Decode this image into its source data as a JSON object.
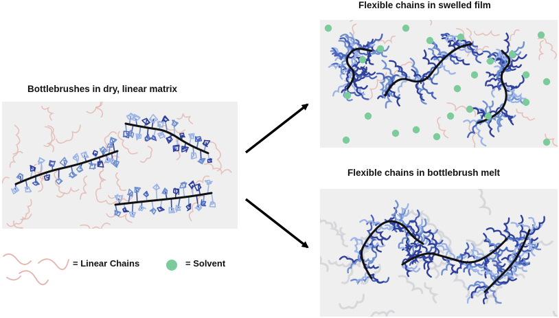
{
  "titles": {
    "left": "Bottlebrushes in dry, linear matrix",
    "top_right": "Flexible chains in swelled film",
    "bottom_right": "Flexible chains in bottlebrush melt"
  },
  "legend": {
    "linear_chains": "= Linear Chains",
    "solvent": "= Solvent"
  },
  "colors": {
    "panel_bg": "#efefef",
    "backbone": "#111111",
    "linear_chain": "#e3b4ad",
    "solvent": "#7ccb9a",
    "matrix_gray": "#cfd1d6",
    "side_chain_shades": [
      "#2f3f9c",
      "#4a64bb",
      "#6f8fd0",
      "#9db5e6"
    ]
  }
}
